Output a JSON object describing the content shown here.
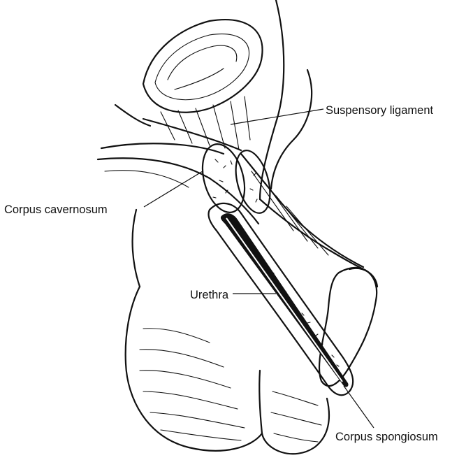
{
  "figure": {
    "labels": {
      "suspensory_ligament": "Suspensory ligament",
      "corpus_cavernosum": "Corpus cavernosum",
      "urethra": "Urethra",
      "corpus_spongiosum": "Corpus spongiosum"
    }
  },
  "colors": {
    "ink": "#111111",
    "background": "#ffffff",
    "tissue_fill": "#ffffff",
    "urethra_lumen": "#111111"
  }
}
